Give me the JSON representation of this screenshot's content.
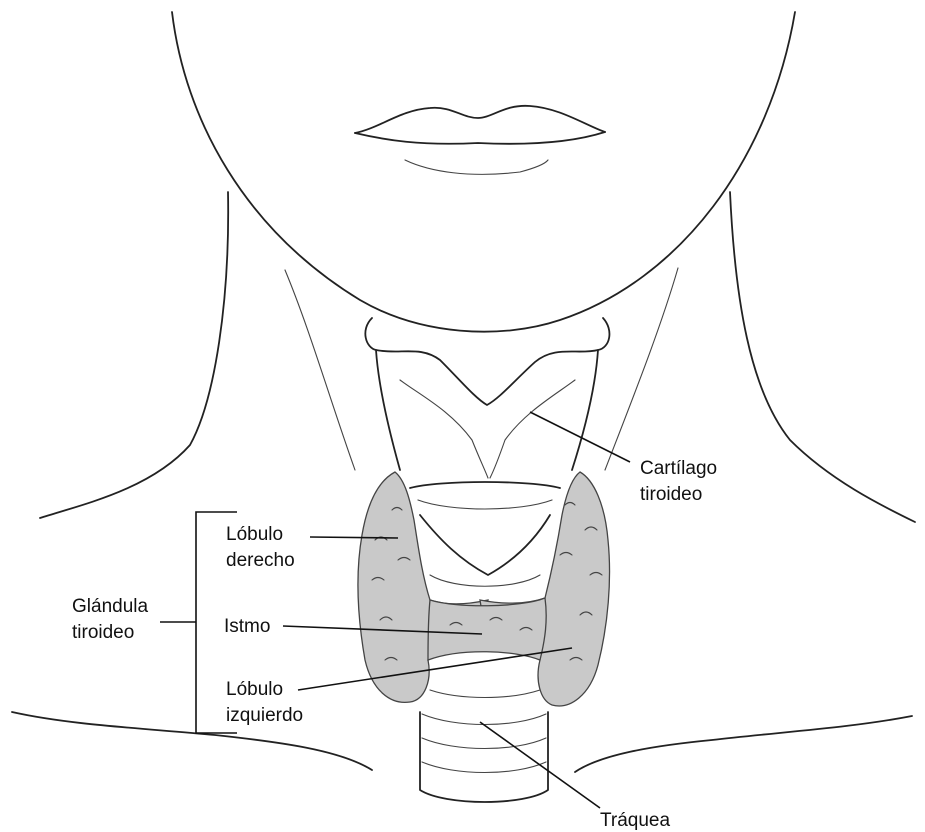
{
  "labels": {
    "cartilago_line1": "Cartílago",
    "cartilago_line2": "tiroideo",
    "lobulo_derecho_line1": "Lóbulo",
    "lobulo_derecho_line2": "derecho",
    "istmo": "Istmo",
    "lobulo_izquierdo_line1": "Lóbulo",
    "lobulo_izquierdo_line2": "izquierdo",
    "glandula_line1": "Glándula",
    "glandula_line2": "tiroideo",
    "traquea": "Tráquea"
  }
}
